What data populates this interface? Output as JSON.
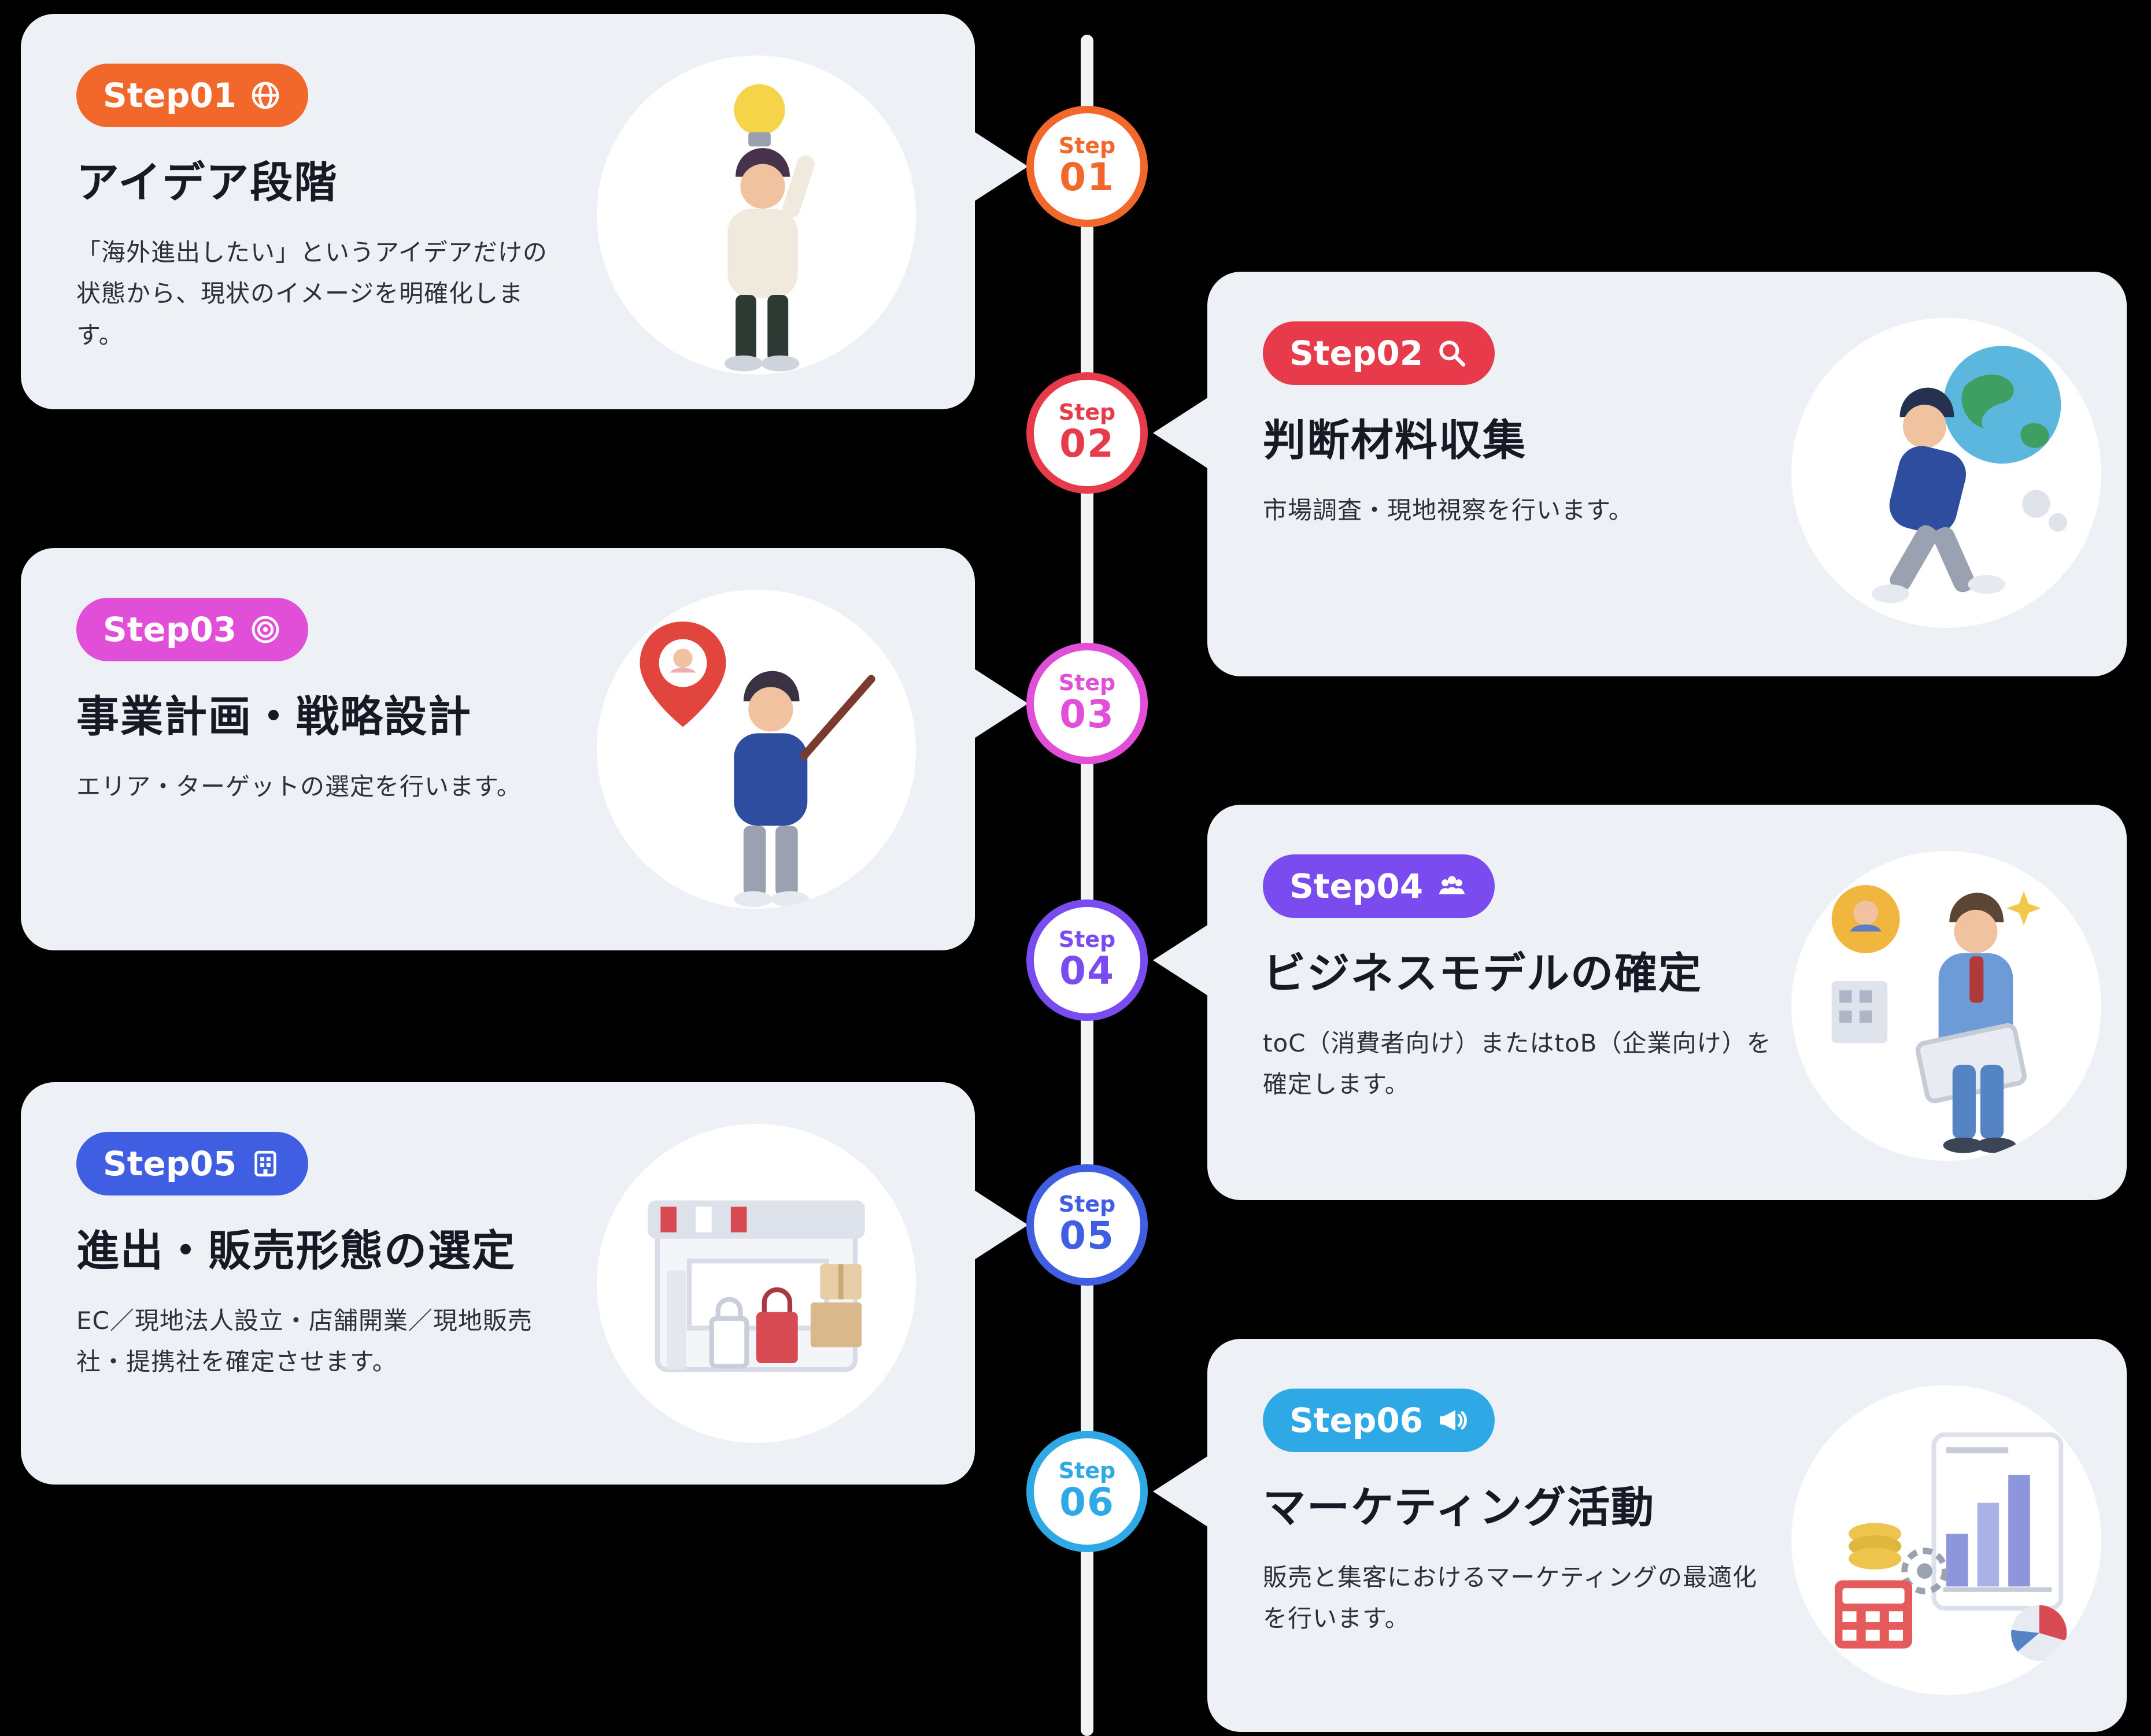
{
  "page": {
    "background": "#000000",
    "timeline_line_color": "#f2f3f5",
    "card_background": "#edf0f4"
  },
  "steps": [
    {
      "badge_label": "Step01",
      "icon": "globe-icon",
      "title": "アイデア段階",
      "description": "「海外進出したい」というアイデアだけの状態から、現状のイメージを明確化します。",
      "node_step_text": "Step",
      "node_number": "01",
      "color": "#F2682B",
      "side": "left",
      "illustration": "person-with-lightbulb"
    },
    {
      "badge_label": "Step02",
      "icon": "search-icon",
      "title": "判断材料収集",
      "description": "市場調査・現地視察を行います。",
      "node_step_text": "Step",
      "node_number": "02",
      "color": "#E73B4C",
      "side": "right",
      "illustration": "person-running-with-globe"
    },
    {
      "badge_label": "Step03",
      "icon": "target-icon",
      "title": "事業計画・戦略設計",
      "description": "エリア・ターゲットの選定を行います。",
      "node_step_text": "Step",
      "node_number": "03",
      "color": "#E14ED8",
      "side": "left",
      "illustration": "person-pointing-with-pin"
    },
    {
      "badge_label": "Step04",
      "icon": "people-icon",
      "title": "ビジネスモデルの確定",
      "description": "toC（消費者向け）またはtoB（企業向け）を確定します。",
      "node_step_text": "Step",
      "node_number": "04",
      "color": "#7A4CEF",
      "side": "right",
      "illustration": "businessman-with-laptop"
    },
    {
      "badge_label": "Step05",
      "icon": "building-icon",
      "title": "進出・販売形態の選定",
      "description": "EC／現地法人設立・店舗開業／現地販売社・提携社を確定させます。",
      "node_step_text": "Step",
      "node_number": "05",
      "color": "#3F5EE2",
      "side": "left",
      "illustration": "storefront-with-bags"
    },
    {
      "badge_label": "Step06",
      "icon": "megaphone-icon",
      "title": "マーケティング活動",
      "description": "販売と集客におけるマーケティングの最適化を行います。",
      "node_step_text": "Step",
      "node_number": "06",
      "color": "#2FA8E6",
      "side": "right",
      "illustration": "marketing-charts-and-calculator"
    }
  ]
}
